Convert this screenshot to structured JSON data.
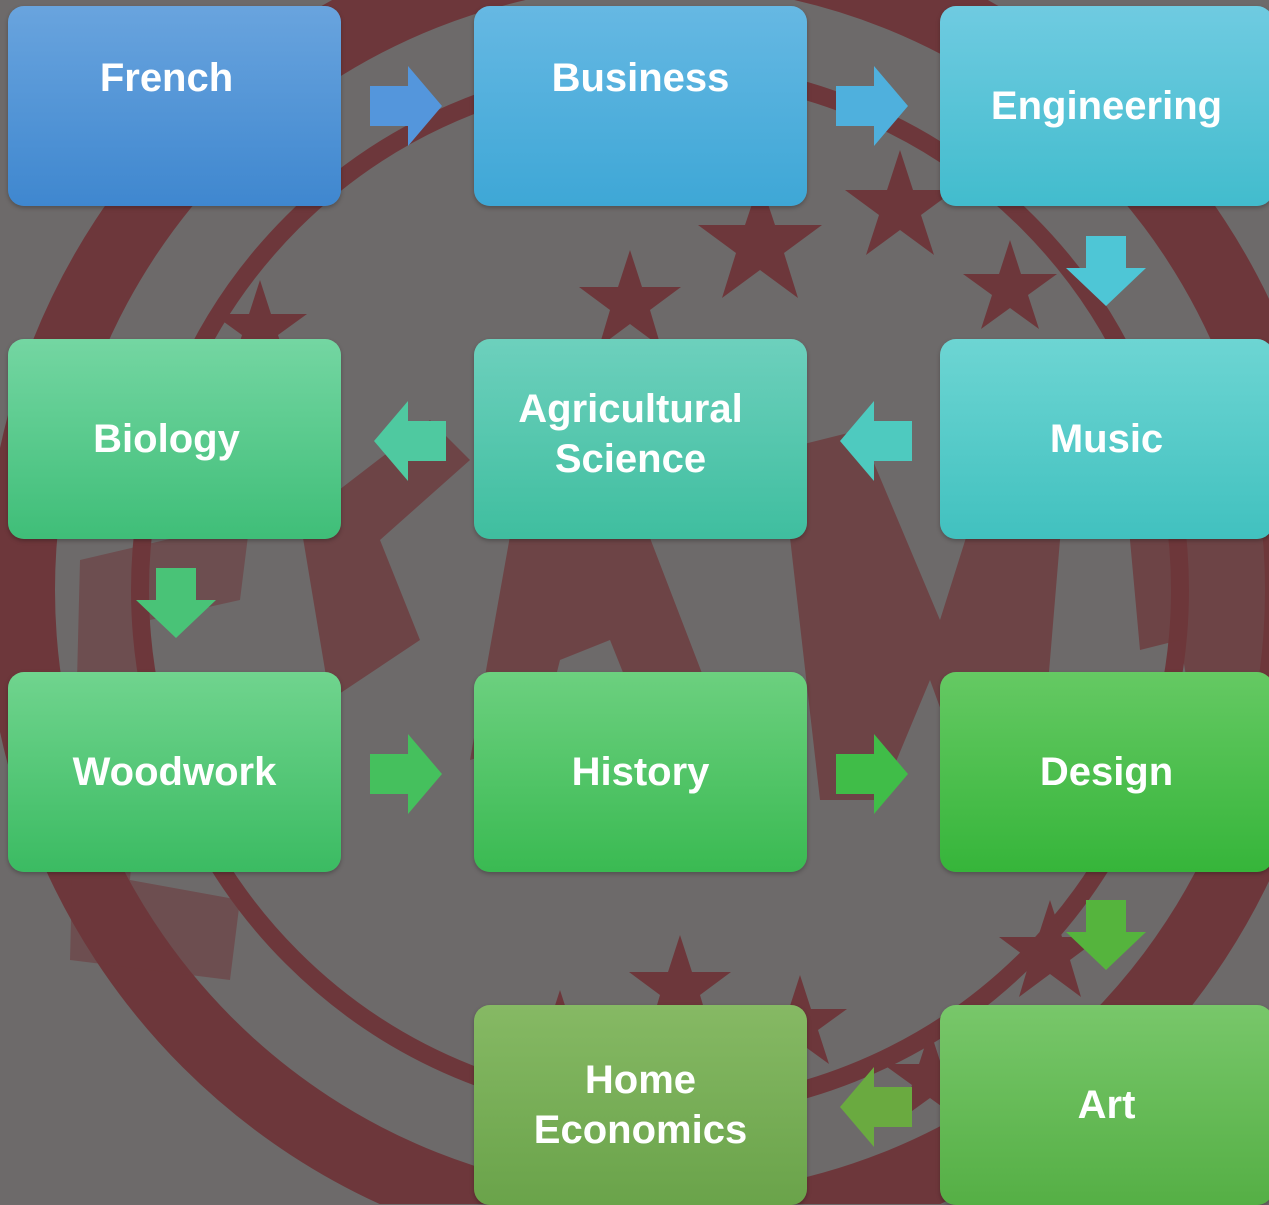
{
  "steps": [
    {
      "label": "French",
      "from": "#69a4de",
      "to": "#3f87cf"
    },
    {
      "label": "Business",
      "from": "#66b8e3",
      "to": "#3ea7d6"
    },
    {
      "label": "Engineering",
      "from": "#6fcbe1",
      "to": "#42bccd"
    },
    {
      "label": "Music",
      "from": "#6dd5d3",
      "to": "#41c1bf"
    },
    {
      "label": "Agricultural\nScience",
      "from": "#6dd0bd",
      "to": "#3fbe9f"
    },
    {
      "label": "Biology",
      "from": "#74d6a2",
      "to": "#3fbe78"
    },
    {
      "label": "Woodwork",
      "from": "#70d48e",
      "to": "#3bbb62"
    },
    {
      "label": "History",
      "from": "#6cd07f",
      "to": "#3aba52"
    },
    {
      "label": "Design",
      "from": "#65c963",
      "to": "#36b53a"
    },
    {
      "label": "Art",
      "from": "#78c76a",
      "to": "#55af45"
    },
    {
      "label": "Home\nEconomics",
      "from": "#86b964",
      "to": "#6aa34a"
    }
  ],
  "arrows": [
    {
      "dir": "right",
      "color": "#5496dc"
    },
    {
      "dir": "right",
      "color": "#4fb0dd"
    },
    {
      "dir": "down",
      "color": "#4ec6d6"
    },
    {
      "dir": "left",
      "color": "#4ecabf"
    },
    {
      "dir": "left",
      "color": "#4fc9a0"
    },
    {
      "dir": "down",
      "color": "#49c377"
    },
    {
      "dir": "right",
      "color": "#45c05d"
    },
    {
      "dir": "right",
      "color": "#40bd48"
    },
    {
      "dir": "down",
      "color": "#55b43d"
    },
    {
      "dir": "left",
      "color": "#6aaa40"
    }
  ]
}
